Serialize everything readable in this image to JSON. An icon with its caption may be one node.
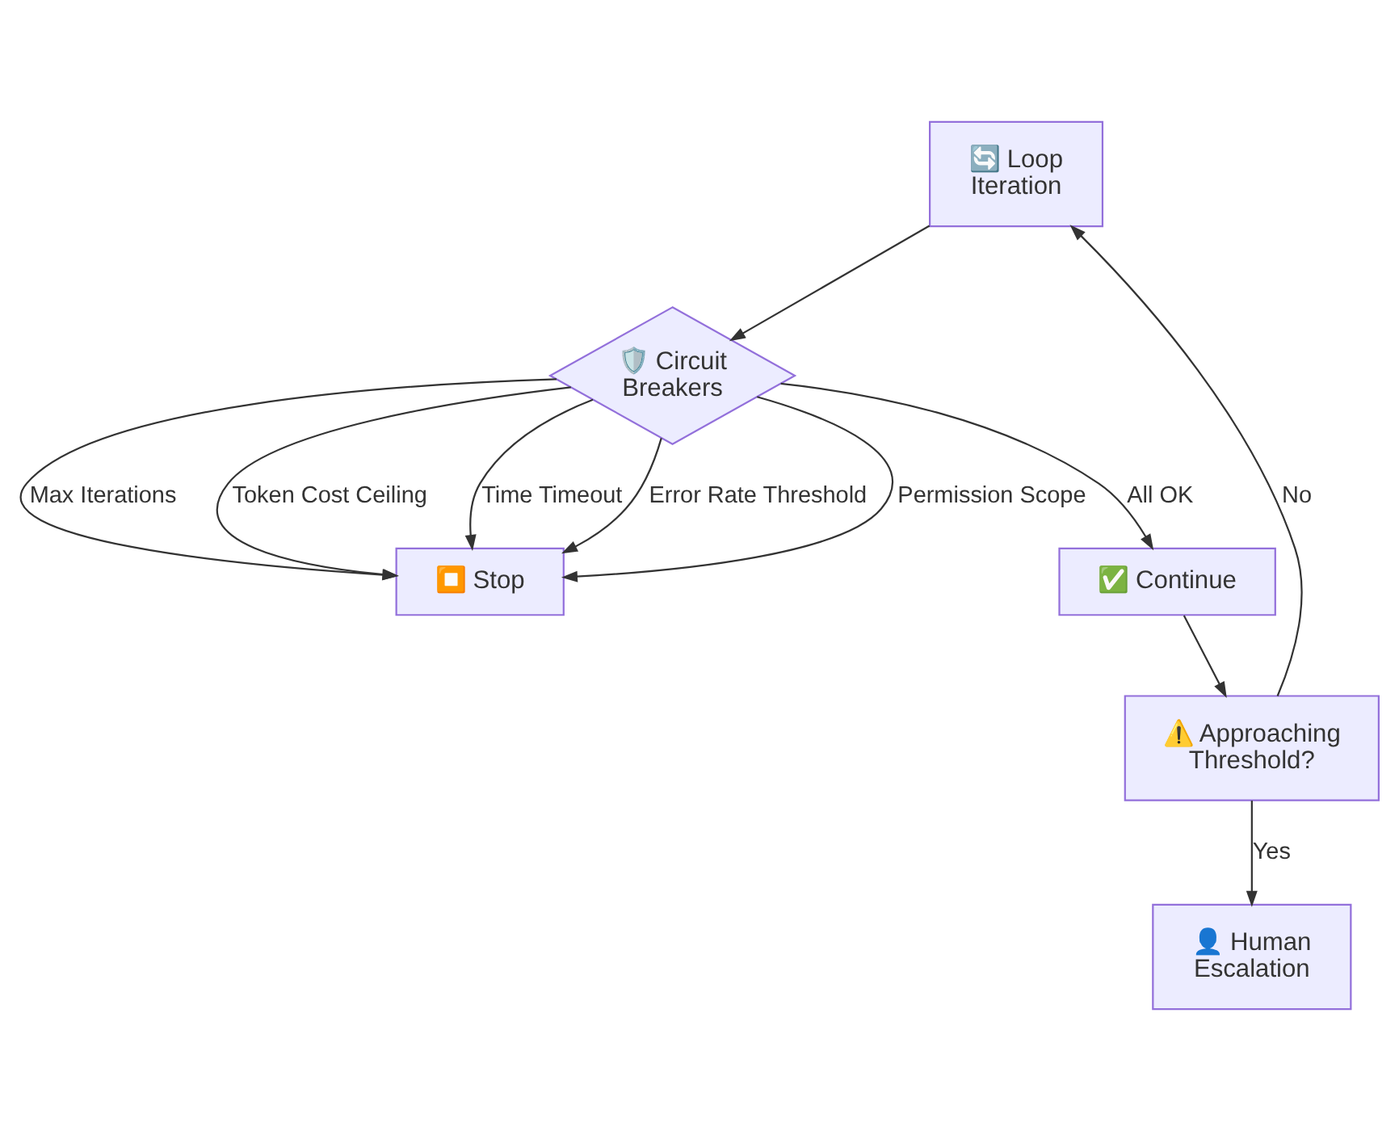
{
  "diagram": {
    "nodes": [
      {
        "text": [
          "🔄 Loop Iteration"
        ]
      },
      {
        "text": [
          "🛡️ Circuit Breakers"
        ]
      },
      {
        "text": [
          "⏹️ Stop"
        ]
      },
      {
        "text": [
          "✅ Continue"
        ]
      },
      {
        "text": [
          "⚠️ Approaching Threshold?"
        ]
      },
      {
        "text": [
          "👤 Human Escalation"
        ]
      }
    ],
    "edges": [
      {
        "from": 0,
        "to": 1,
        "arrow": "to"
      },
      {
        "from": 1,
        "to": 2,
        "arrow": "to",
        "label": "Max Iterations"
      },
      {
        "from": 1,
        "to": 2,
        "arrow": "to",
        "label": "Token Cost Ceiling"
      },
      {
        "from": 1,
        "to": 2,
        "arrow": "to",
        "label": "Time Timeout"
      },
      {
        "from": 1,
        "to": 2,
        "arrow": "to",
        "label": "Error Rate Threshold"
      },
      {
        "from": 1,
        "to": 2,
        "arrow": "to",
        "label": "Permission Scope"
      },
      {
        "from": 1,
        "to": 3,
        "arrow": "to",
        "label": "All OK"
      },
      {
        "from": 3,
        "to": 4,
        "arrow": "to"
      },
      {
        "from": 4,
        "to": 5,
        "arrow": "to",
        "label": "Yes"
      },
      {
        "from": 4,
        "to": 0,
        "arrow": "to",
        "label": "No"
      }
    ]
  }
}
